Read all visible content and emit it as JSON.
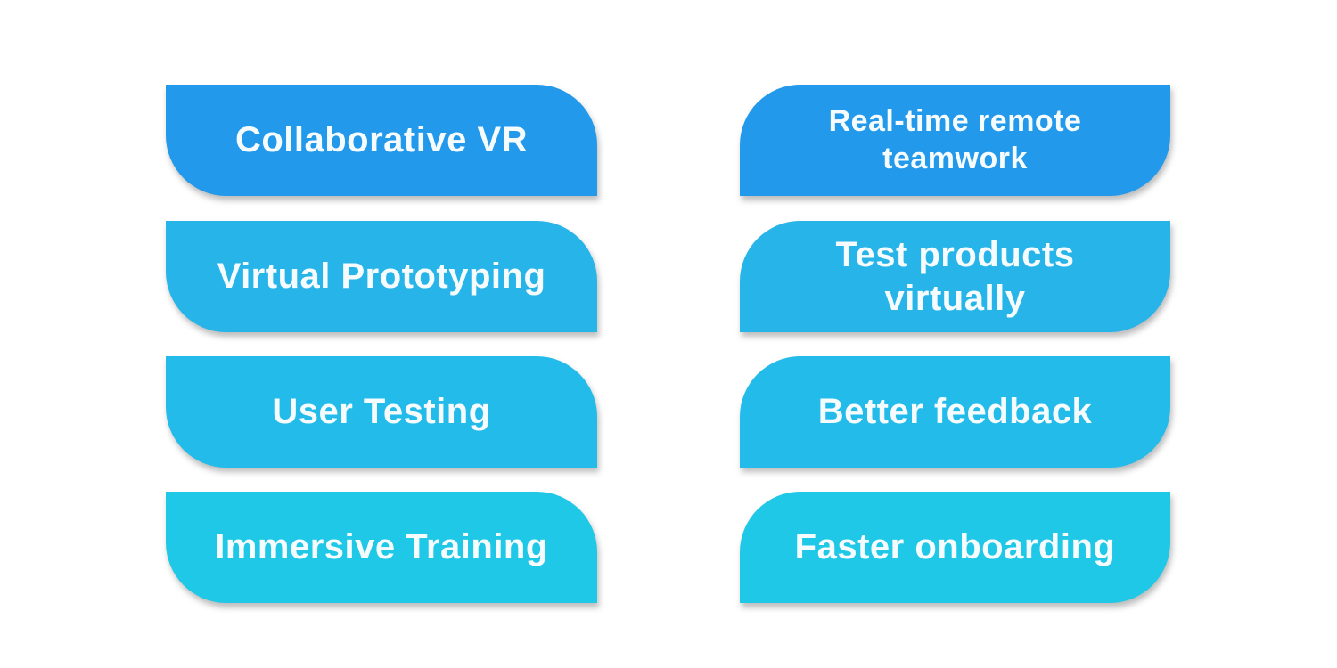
{
  "page": {
    "background_color": "#ffffff",
    "text_color": "#f6fcfe"
  },
  "infographic": {
    "features": [
      {
        "label": "Collaborative VR",
        "color": "#2299ea"
      },
      {
        "label": "Virtual Prototyping",
        "color": "#27b4e9"
      },
      {
        "label": "User Testing",
        "color": "#23bbea"
      },
      {
        "label": "Immersive Training",
        "color": "#1fc8e6"
      }
    ],
    "benefits": [
      {
        "label": "Real-time remote teamwork",
        "color": "#2299ea"
      },
      {
        "label": "Test products virtually",
        "color": "#27b4e9"
      },
      {
        "label": "Better feedback",
        "color": "#23bbea"
      },
      {
        "label": "Faster onboarding",
        "color": "#1fc8e6"
      }
    ]
  }
}
